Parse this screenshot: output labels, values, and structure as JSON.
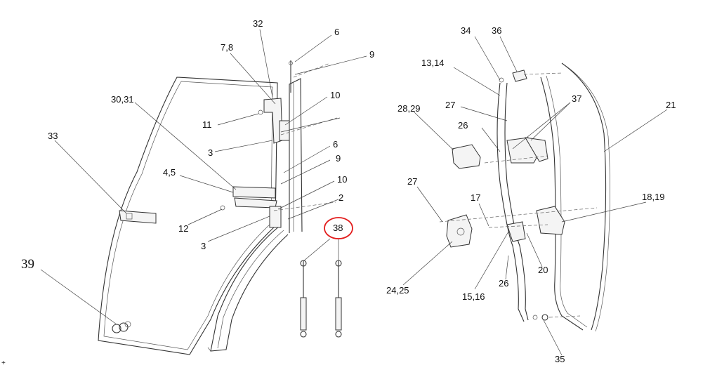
{
  "diagram": {
    "highlight_color": "#e21b1b",
    "marker_text": "+",
    "callouts": {
      "c32": "32",
      "c6_top": "6",
      "c9_top": "9",
      "c78": "7,8",
      "c10_top": "10",
      "c3031": "30,31",
      "c11": "11",
      "c3_top": "3",
      "c33": "33",
      "c6_mid": "6",
      "c9_mid": "9",
      "c45": "4,5",
      "c10_mid": "10",
      "c2": "2",
      "c12": "12",
      "c38": "38",
      "c3_bot": "3",
      "c39": "39",
      "c34": "34",
      "c36": "36",
      "c1314": "13,14",
      "c37": "37",
      "c21": "21",
      "c2829": "28,29",
      "c27_top": "27",
      "c26_top": "26",
      "c27_left": "27",
      "c17": "17",
      "c1819": "18,19",
      "c20": "20",
      "c2425": "24,25",
      "c1516": "15,16",
      "c26_bot": "26",
      "c35": "35"
    }
  }
}
